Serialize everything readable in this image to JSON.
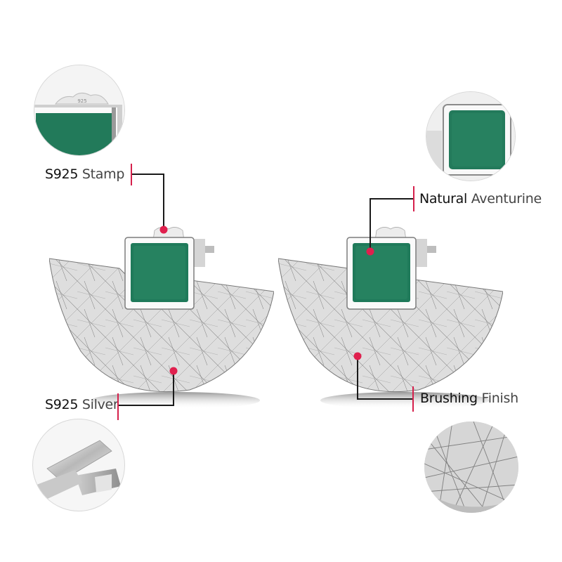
{
  "callouts": {
    "stamp": {
      "bold": "S925",
      "light": " Stamp"
    },
    "aventurine": {
      "bold": "Natural",
      "light": " Aventurine"
    },
    "silver": {
      "bold": "S925",
      "light": " Silver"
    },
    "brushing": {
      "bold": "Brushing",
      "light": " Finish"
    }
  },
  "stamp_mark": "925",
  "colors": {
    "accent_red": "#e0204e",
    "stone_green": "#1f7a5c",
    "silver": "#d9d9d9",
    "line": "#1a1a1a"
  }
}
